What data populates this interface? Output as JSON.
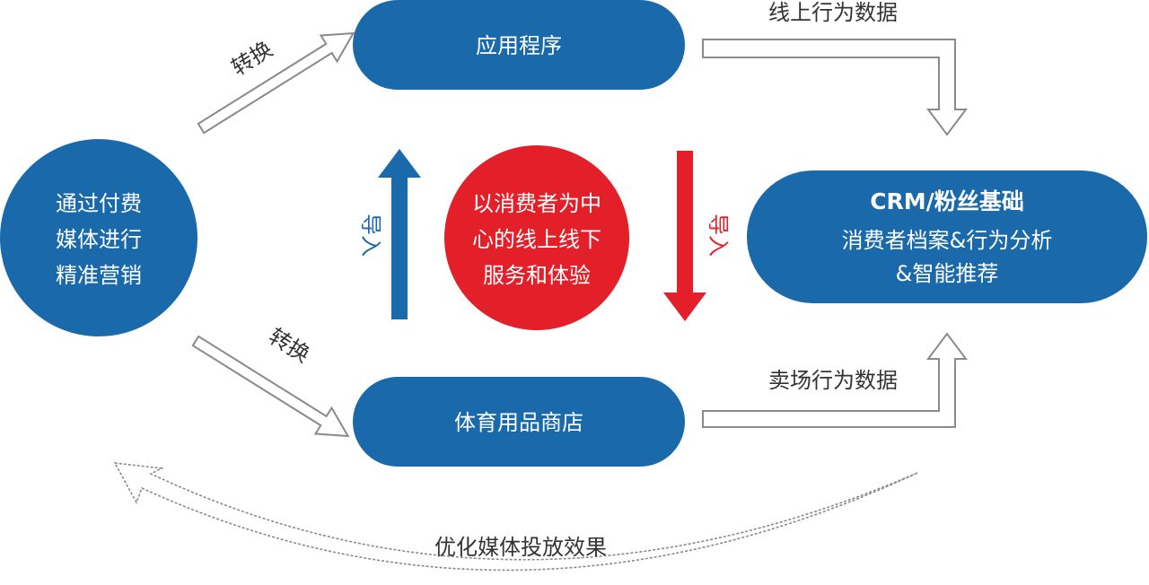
{
  "nodes": {
    "app": "应用程序",
    "store": "体育用品商店",
    "paid_media": [
      "通过付费",
      "媒体进行",
      "精准营销"
    ],
    "center": [
      "以消费者为中",
      "心的线上线下",
      "服务和体验"
    ],
    "crm_title": "CRM/粉丝基础",
    "crm_lines": [
      "消费者档案&行为分析",
      "&智能推荐"
    ]
  },
  "labels": {
    "convert_top": "转换",
    "convert_bottom": "转换",
    "import_left": "导入",
    "import_right": "导入",
    "online_data": "线上行为数据",
    "store_data": "卖场行为数据",
    "optimize": "优化媒体投放效果"
  },
  "colors": {
    "blue": "#1a6aab",
    "red": "#e3202a",
    "outline_arrow": "#8a8a8a",
    "text_dark": "#333333"
  }
}
